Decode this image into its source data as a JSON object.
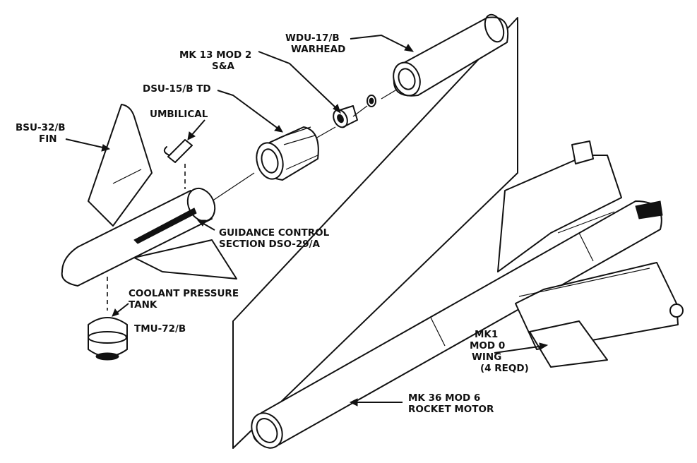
{
  "labels": {
    "warhead_line1": "WDU-17/B",
    "warhead_line2": "WARHEAD",
    "sa_line1": "MK 13 MOD 2",
    "sa_line2": "S&A",
    "td": "DSU-15/B  TD",
    "umbilical": "UMBILICAL",
    "fin_line1": "BSU-32/B",
    "fin_line2": "FIN",
    "guidance_line1": "GUIDANCE CONTROL",
    "guidance_line2": "SECTION DSO-29/A",
    "coolant_line1": "COOLANT PRESSURE",
    "coolant_line2": "TANK",
    "coolant_line3": "TMU-72/B",
    "wing_line1": "MK1",
    "wing_line2": "MOD 0",
    "wing_line3": "WING",
    "wing_line4": "(4 REQD)",
    "motor_line1": "MK 36 MOD 6",
    "motor_line2": "ROCKET MOTOR"
  },
  "colors": {
    "ink": "#111111",
    "paper": "#ffffff"
  }
}
